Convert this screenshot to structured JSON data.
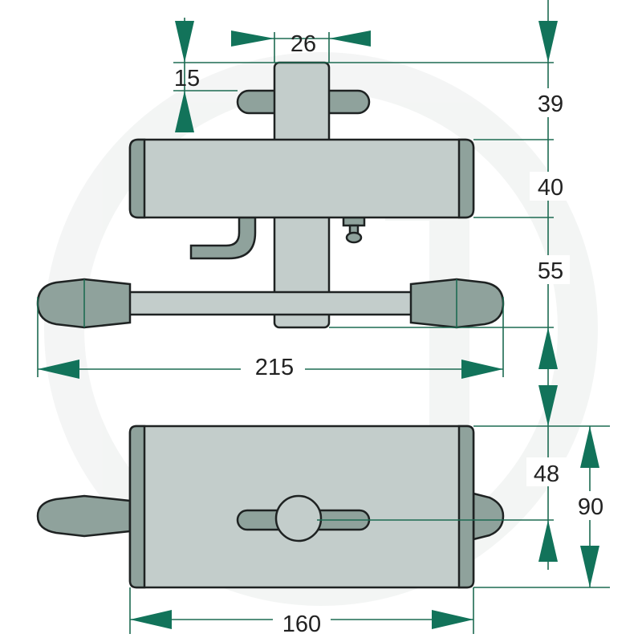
{
  "title": "Lock technical drawing with dimensions",
  "colors": {
    "body": "#c3cdcb",
    "end_caps": "#8fa29c",
    "dimension_arrows": "#12735a"
  },
  "dimensions": {
    "handle_width": "26",
    "handle_offset": "15",
    "top_height": "39",
    "body_height": "40",
    "lower_height": "55",
    "overall_width": "215",
    "side_offset": "48",
    "side_height": "90",
    "body_width": "160"
  }
}
